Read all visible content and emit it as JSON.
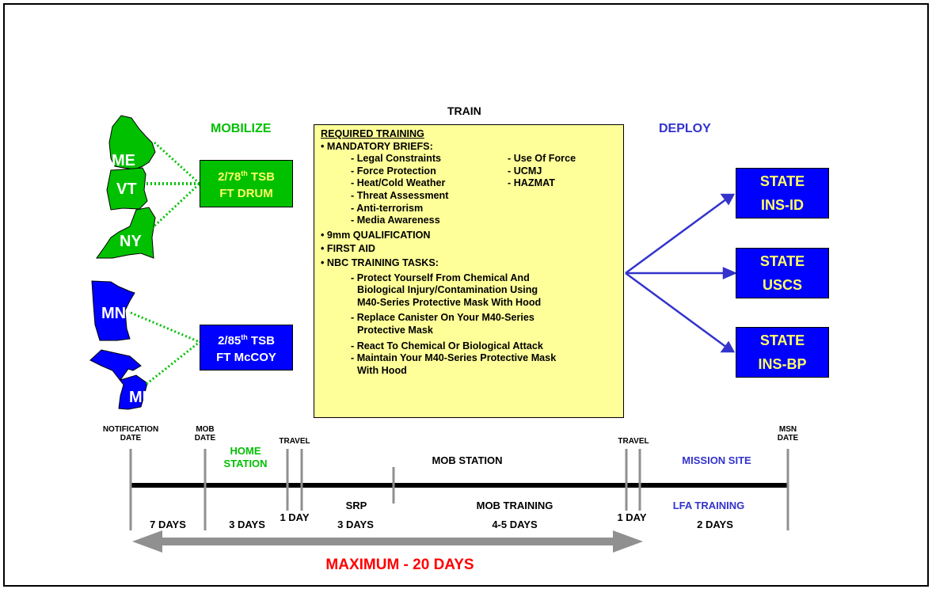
{
  "train_title": "TRAIN",
  "mobilize_label": "MOBILIZE",
  "deploy_label": "DEPLOY",
  "states_green": [
    "ME",
    "VT",
    "NY"
  ],
  "states_blue": [
    "MN",
    "MI"
  ],
  "tsb_boxes": [
    {
      "unit_num": "2/78",
      "sup": "th",
      "unit_suffix": " TSB",
      "location": "FT DRUM",
      "color": "#00c000"
    },
    {
      "unit_num": "2/85",
      "sup": "th",
      "unit_suffix": " TSB",
      "location": "FT McCOY",
      "color": "#0000ff"
    }
  ],
  "training": {
    "heading": "REQUIRED TRAINING",
    "mandatory": "• MANDATORY BRIEFS:",
    "briefs_left": [
      "- Legal Constraints",
      "- Force Protection",
      "- Heat/Cold Weather",
      "- Threat Assessment",
      "- Anti-terrorism",
      "- Media Awareness"
    ],
    "briefs_right": [
      "- Use Of Force",
      "- UCMJ",
      "- HAZMAT"
    ],
    "qual": "• 9mm QUALIFICATION",
    "first_aid": "• FIRST AID",
    "nbc": "• NBC TRAINING TASKS:",
    "nbc_tasks": [
      "- Protect Yourself From Chemical And",
      "Biological Injury/Contamination Using",
      "M40-Series Protective Mask With Hood",
      "- Replace Canister On Your M40-Series",
      "Protective Mask",
      "- React To Chemical Or Biological Attack",
      "- Maintain Your M40-Series Protective Mask",
      "With Hood"
    ]
  },
  "state_destinations": [
    {
      "l1": "STATE",
      "l2": "INS-ID"
    },
    {
      "l1": "STATE",
      "l2": "USCS"
    },
    {
      "l1": "STATE",
      "l2": "INS-BP"
    }
  ],
  "timeline": {
    "notification": [
      "NOTIFICATION",
      "DATE"
    ],
    "mob_date": [
      "MOB",
      "DATE"
    ],
    "travel1": "TRAVEL",
    "travel2": "TRAVEL",
    "msn_date": [
      "MSN",
      "DATE"
    ],
    "home_station": [
      "HOME",
      "STATION"
    ],
    "mob_station": "MOB STATION",
    "mission_site": "MISSION SITE",
    "srp": "SRP",
    "mob_training": "MOB TRAINING",
    "lfa_training": "LFA TRAINING",
    "d_7": "7 DAYS",
    "d_3a": "3 DAYS",
    "d_1a": "1 DAY",
    "d_3b": "3 DAYS",
    "d_45": "4-5 DAYS",
    "d_1b": "1 DAY",
    "d_2": "2 DAYS",
    "maximum": "MAXIMUM - 20 DAYS"
  },
  "colors": {
    "green": "#00c000",
    "blue": "#0000ff",
    "deploy_text": "#3333cc",
    "yellow_text": "#ffff66",
    "train_fill": "#ffff99",
    "arrow_gray": "#909090",
    "max_red": "#ff0000"
  }
}
